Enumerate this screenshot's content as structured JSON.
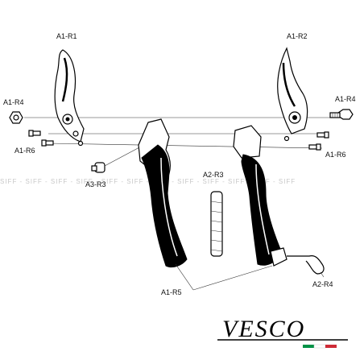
{
  "labels": {
    "a1_r1": "A1-R1",
    "a1_r2": "A1-R2",
    "a1_r4_left": "A1-R4",
    "a1_r4_right": "A1-R4",
    "a1_r6_left": "A1-R6",
    "a1_r6_right": "A1-R6",
    "a3_r3": "A3-R3",
    "a2_r3": "A2-R3",
    "a1_r5": "A1-R5",
    "a2_r4": "A2-R4"
  },
  "watermark": "SIFF - SIFF - SIFF - SIFF - SIFF - SIFF - SIFF - SIFF - SIFF - SIFF - SIFF - SIFF",
  "brand": {
    "name": "VESCO",
    "colors": {
      "green": "#009246",
      "white": "#ffffff",
      "red": "#ce2b37"
    }
  }
}
